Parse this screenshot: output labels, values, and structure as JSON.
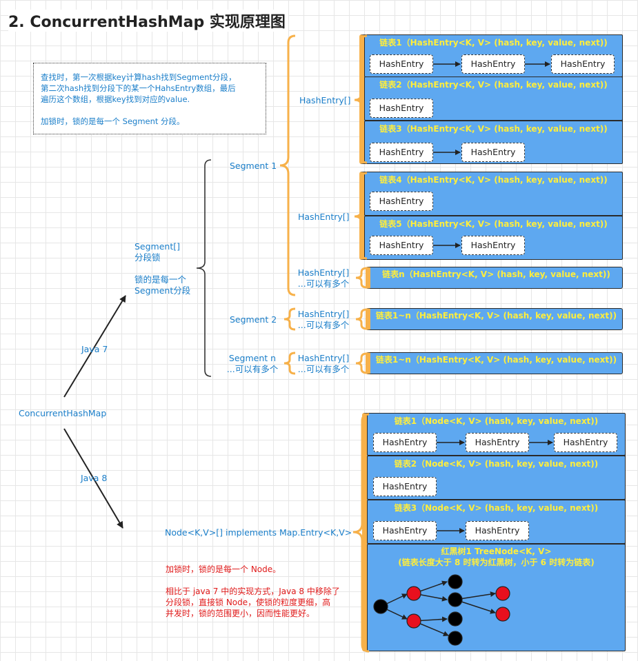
{
  "title": "2. ConcurrentHashMap 实现原理图",
  "note": "查找时，第一次根据key计算hash找到Segment分段，\n第二次hash找到分段下的某一个HahsEntry数组，最后\n遍历这个数组，根据key找到对应的value.\n\n加锁时，锁的是每一个 Segment 分段。",
  "root_label": "ConcurrentHashMap",
  "java7_label": "Java 7",
  "java8_label": "Java 8",
  "segment_array_label": "Segment[]\n分段锁\n\n锁的是每一个\nSegment分段",
  "segments": {
    "seg1": "Segment 1",
    "seg2": "Segment 2",
    "segn": "Segment n\n...可以有多个"
  },
  "hash_entry_arrays": {
    "a1": "HashEntry[]",
    "a2": "HashEntry[]",
    "a3": "HashEntry[]\n...可以有多个",
    "a4": "HashEntry[]\n...可以有多个",
    "a5": "HashEntry[]\n...可以有多个"
  },
  "chains_java7": {
    "c1": "链表1（HashEntry<K, V> (hash, key, value, next))",
    "c2": "链表2（HashEntry<K, V> (hash, key, value, next))",
    "c3": "链表3（HashEntry<K, V> (hash, key, value, next))",
    "c4": "链表4（HashEntry<K, V> (hash, key, value, next))",
    "c5": "链表5（HashEntry<K, V> (hash, key, value, next))",
    "cn": "链表n（HashEntry<K, V> (hash, key, value, next))",
    "c1n_a": "链表1~n（HashEntry<K, V> (hash, key, value, next))",
    "c1n_b": "链表1~n（HashEntry<K, V> (hash, key, value, next))"
  },
  "node_label": "Node<K,V>[]  implements Map.Entry<K,V>",
  "chains_java8": {
    "c1": "链表1（Node<K, V> (hash, key, value, next))",
    "c2": "链表2（Node<K, V> (hash, key, value, next))",
    "c3": "链表3（Node<K, V> (hash, key, value, next))",
    "tree_line1": "红黑树1 TreeNode<K, V>",
    "tree_line2": "(链表长度大于 8 时转为红黑树，小于 6 时转为链表)"
  },
  "entry_label": "HashEntry",
  "java8_note": "加锁时，锁的是每一个 Node。\n\n相比于 java 7 中的实现方式，Java 8 中移除了\n分段锁，直接锁 Node，使锁的粒度更细，高\n并发时，锁的范围更小，因而性能更好。",
  "colors": {
    "panel_blue": "#5ea8f0",
    "title_yellow": "#ffee3c",
    "brace_orange": "#f7b14a",
    "label_blue": "#1a7ec9",
    "red_text": "#e01a1a",
    "tree_red": "#e8101e",
    "tree_black": "#000000"
  }
}
